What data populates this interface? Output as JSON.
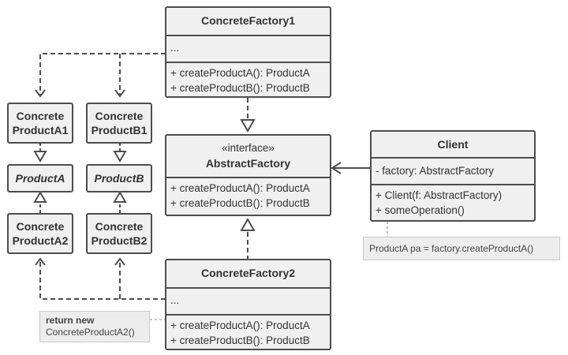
{
  "colors": {
    "border": "#4d4d4d",
    "fill": "#f0f0f0",
    "note_fill": "#ededed",
    "line": "#4d4d4d"
  },
  "factory1": {
    "name": "ConcreteFactory1",
    "fields": "...",
    "methods": [
      "+ createProductA(): ProductA",
      "+ createProductB(): ProductB"
    ]
  },
  "factory2": {
    "name": "ConcreteFactory2",
    "fields": "...",
    "methods": [
      "+ createProductA(): ProductA",
      "+ createProductB(): ProductB"
    ]
  },
  "abstract_factory": {
    "stereotype": "«interface»",
    "name": "AbstractFactory",
    "methods": [
      "+ createProductA(): ProductA",
      "+ createProductB(): ProductB"
    ]
  },
  "client": {
    "name": "Client",
    "fields": [
      "- factory: AbstractFactory"
    ],
    "methods": [
      "+ Client(f: AbstractFactory)",
      "+ someOperation()"
    ]
  },
  "products": {
    "a1": [
      "Concrete",
      "ProductA1"
    ],
    "b1": [
      "Concrete",
      "ProductB1"
    ],
    "a": "ProductA",
    "b": "ProductB",
    "a2": [
      "Concrete",
      "ProductA2"
    ],
    "b2": [
      "Concrete",
      "ProductB2"
    ]
  },
  "notes": {
    "client_note": "ProductA pa = factory.createProductA()",
    "factory2_note_bold": "return new",
    "factory2_note": "ConcreteProductA2()"
  }
}
